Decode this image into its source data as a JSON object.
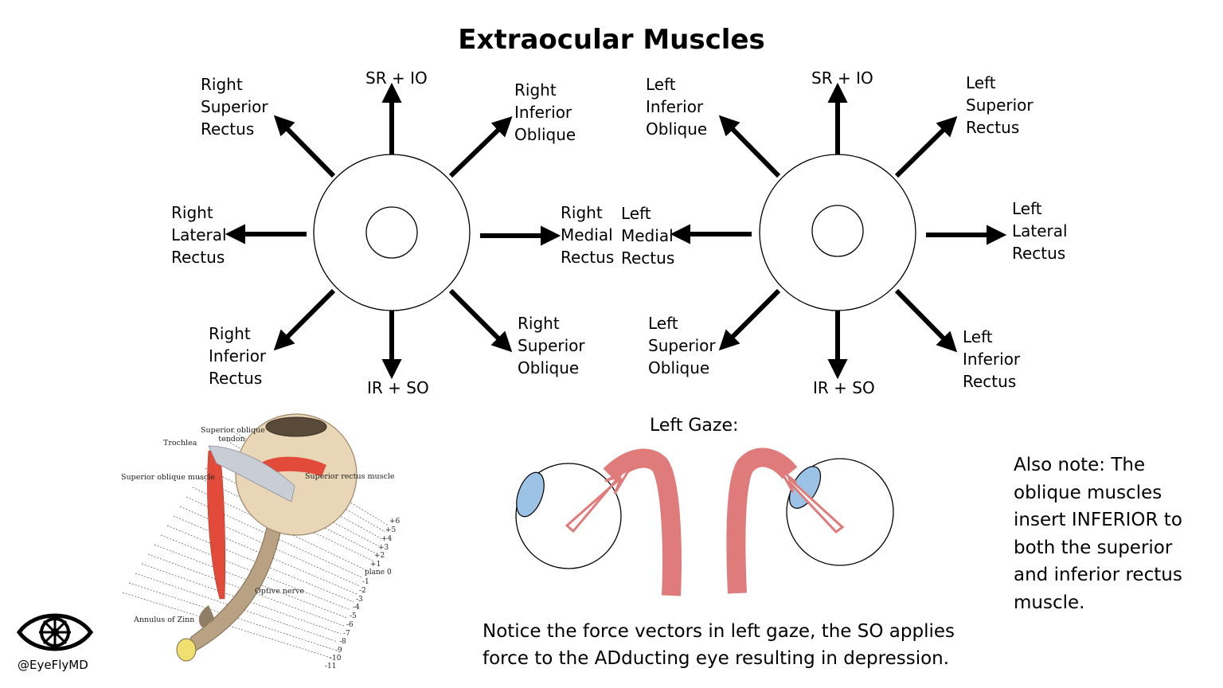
{
  "title": "Extraocular Muscles",
  "right_eye": {
    "up": "SR + IO",
    "down": "IR + SO",
    "upper_left": [
      "Right",
      "Superior",
      "Rectus"
    ],
    "upper_right": [
      "Right",
      "Inferior",
      "Oblique"
    ],
    "left": [
      "Right",
      "Lateral",
      "Rectus"
    ],
    "right": [
      "Right",
      "Medial",
      "Rectus"
    ],
    "lower_left": [
      "Right",
      "Inferior",
      "Rectus"
    ],
    "lower_right": [
      "Right",
      "Superior",
      "Oblique"
    ]
  },
  "left_eye": {
    "up": "SR + IO",
    "down": "IR + SO",
    "upper_left": [
      "Left",
      "Inferior",
      "Oblique"
    ],
    "upper_right": [
      "Left",
      "Superior",
      "Rectus"
    ],
    "left": [
      "Left",
      "Medial",
      "Rectus"
    ],
    "right": [
      "Left",
      "Lateral",
      "Rectus"
    ],
    "lower_left": [
      "Left",
      "Superior",
      "Oblique"
    ],
    "lower_right": [
      "Left",
      "Inferior",
      "Rectus"
    ]
  },
  "anatomy": {
    "superior_oblique_tendon": [
      "Superior oblique",
      "tendon"
    ],
    "trochlea": "Trochlea",
    "superior_oblique_muscle": "Superior oblique muscle",
    "superior_rectus_muscle": "Superior rectus muscle",
    "optive_nerve": "Optive nerve",
    "annulus": "Annulus of Zinn",
    "planes": [
      "+6",
      "+5",
      "+4",
      "+3",
      "+2",
      "+1",
      "plane 0",
      "-1",
      "-2",
      "-3",
      "-4",
      "-5",
      "-6",
      "-7",
      "-8",
      "-9",
      "-10",
      "-11"
    ]
  },
  "gaze": {
    "title": "Left Gaze:",
    "notice": [
      "Notice the force vectors in left gaze, the SO applies",
      "force to the ADducting eye resulting in depression."
    ]
  },
  "note": [
    "Also note: The",
    "oblique muscles",
    "insert INFERIOR to",
    "both the superior",
    "and inferior rectus",
    "muscle."
  ],
  "brand": {
    "handle": "@EyeFlyMD"
  },
  "colors": {
    "muscle_pink": "#e07b7b",
    "cornea_blue": "#9cc3e6",
    "muscle_red": "#e24b3a",
    "globe_tan": "#e9d6b6",
    "nerve_tan": "#b9a283"
  }
}
